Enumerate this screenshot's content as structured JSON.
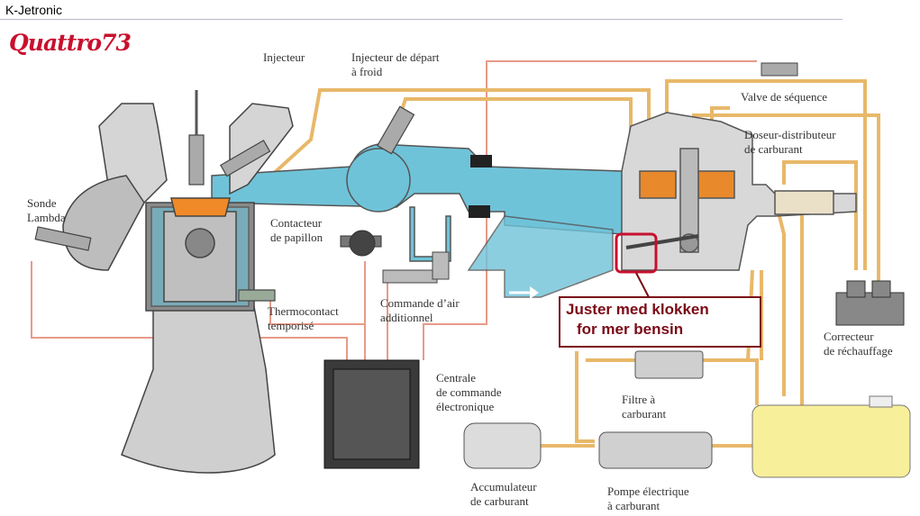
{
  "header": {
    "title": "K-Jetronic"
  },
  "logo": {
    "text": "Quattro73",
    "color": "#c8102e"
  },
  "labels": {
    "injecteur": "Injecteur",
    "injecteur_depart": [
      "Injecteur de départ",
      "à froid"
    ],
    "sonde_lambda": [
      "Sonde",
      "Lambda"
    ],
    "contacteur": [
      "Contacteur",
      "de papillon"
    ],
    "thermocontact": [
      "Thermocontact",
      "temporisé"
    ],
    "commande_air": [
      "Commande d’air",
      "additionnel"
    ],
    "valve_sequence": "Valve de séquence",
    "doseur": [
      "Doseur-distributeur",
      "de carburant"
    ],
    "correcteur": [
      "Correcteur",
      "de réchauffage"
    ],
    "centrale": [
      "Centrale",
      "de commande",
      "électronique"
    ],
    "filtre": [
      "Filtre à",
      "carburant"
    ],
    "accumulateur": [
      "Accumulateur",
      "de carburant"
    ],
    "pompe": [
      "Pompe électrique",
      "à carburant"
    ]
  },
  "callout": {
    "line1": "Juster med klokken",
    "line2": "for mer bensin"
  },
  "colors": {
    "intake": "#6fc3d9",
    "fuel_line": "#e8b86a",
    "electric_wire": "#e89a88",
    "engine_gray": "#c9c9c9",
    "tank": "#f7ef9a",
    "fuel_chamber": "#e8892c",
    "callout": "#7a0a16"
  }
}
